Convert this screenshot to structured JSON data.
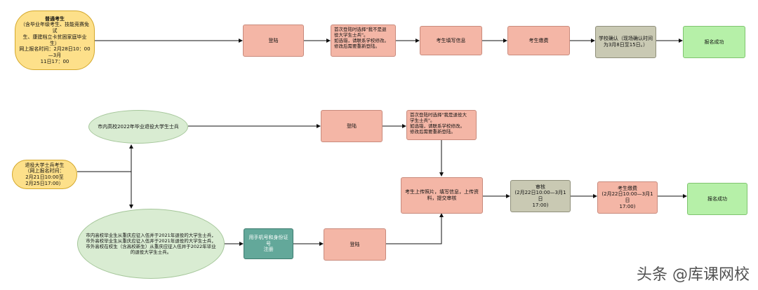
{
  "row1": {
    "start": {
      "title": "普通考生",
      "body": "（含毕业年级考生、技能竞赛免试\n生、康建档立卡贫困家庭毕业生）\n网上报名时间：2月28日10：00—3月\n11日17：00"
    },
    "login": "登陆",
    "note": "首次登陆时选择\"我不是退\n役大学生士兵\"。\n如选错，请联系学校修改。\n修改后需要重新登陆。",
    "fill_info": "考生填写信息",
    "pay": "考生缴费",
    "confirm": "学校确认（现场确认时间\n为3月8日至15日。）",
    "success": "报名成功"
  },
  "row2": {
    "start": "退役大学士兵考生\n（网上报名时间：\n2月21日10:00至\n2月25日17:00）",
    "city_ellipse": "市内高校2022年毕业退役大学生士兵",
    "login_top": "登陆",
    "note": "首次登陆时选择\"我是退役大\n学生士兵\"。\n如选错，请联系学校修改。\n修改后需要重新登陆。",
    "other_ellipse": "市内高校毕业生从重庆应征入伍并于2021年退役的大学生士兵，\n市外高校毕业生从重庆应征入伍并于2021年退役的大学生士兵，\n市外高校在校生（含高校新生）从重庆应征入伍并于2022年毕业\n的退役大学生士兵。",
    "register": "用手机号和身份证号\n注册",
    "login_bottom": "登陆",
    "upload": "考生上传照片，填写信息，上传资\n料，提交审核",
    "review": "审核\n(2月22日10:00—3月1日\n17:00)",
    "pay": "考生缴费\n(2月22日10:00—3月1日\n17:00)",
    "success": "报名成功"
  },
  "watermark": "头条 @库课网校"
}
